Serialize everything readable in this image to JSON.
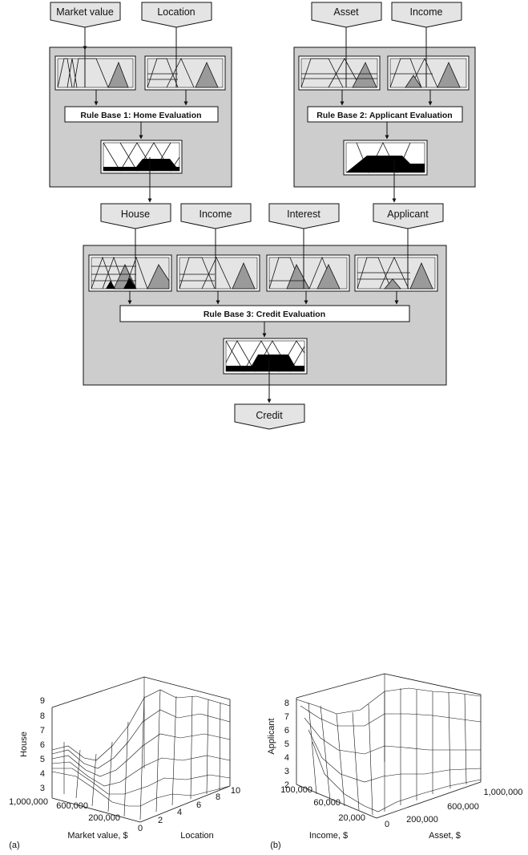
{
  "inputs_top": {
    "market_value": "Market value",
    "location": "Location",
    "asset": "Asset",
    "income": "Income"
  },
  "rule_bases": {
    "rb1": "Rule Base 1: Home Evaluation",
    "rb2": "Rule Base 2: Applicant Evaluation",
    "rb3": "Rule Base 3: Credit Evaluation"
  },
  "intermediate": {
    "house": "House",
    "income": "Income",
    "interest": "Interest",
    "applicant": "Applicant"
  },
  "output": {
    "credit": "Credit"
  },
  "plot_a": {
    "panel_label": "(a)",
    "z_label": "House",
    "x_label": "Market value, $",
    "y_label": "Location",
    "z_ticks": [
      "9",
      "8",
      "7",
      "6",
      "5",
      "4",
      "3"
    ],
    "x_ticks": [
      "1,000,000",
      "600,000",
      "200,000",
      "0"
    ],
    "y_ticks": [
      "2",
      "4",
      "6",
      "8",
      "10"
    ]
  },
  "plot_b": {
    "panel_label": "(b)",
    "z_label": "Applicant",
    "x_label": "Income, $",
    "y_label": "Asset, $",
    "z_ticks": [
      "8",
      "7",
      "6",
      "5",
      "4",
      "3",
      "2"
    ],
    "x_ticks": [
      "100,000",
      "60,000",
      "20,000",
      "0"
    ],
    "y_ticks": [
      "200,000",
      "600,000",
      "1,000,000"
    ]
  }
}
